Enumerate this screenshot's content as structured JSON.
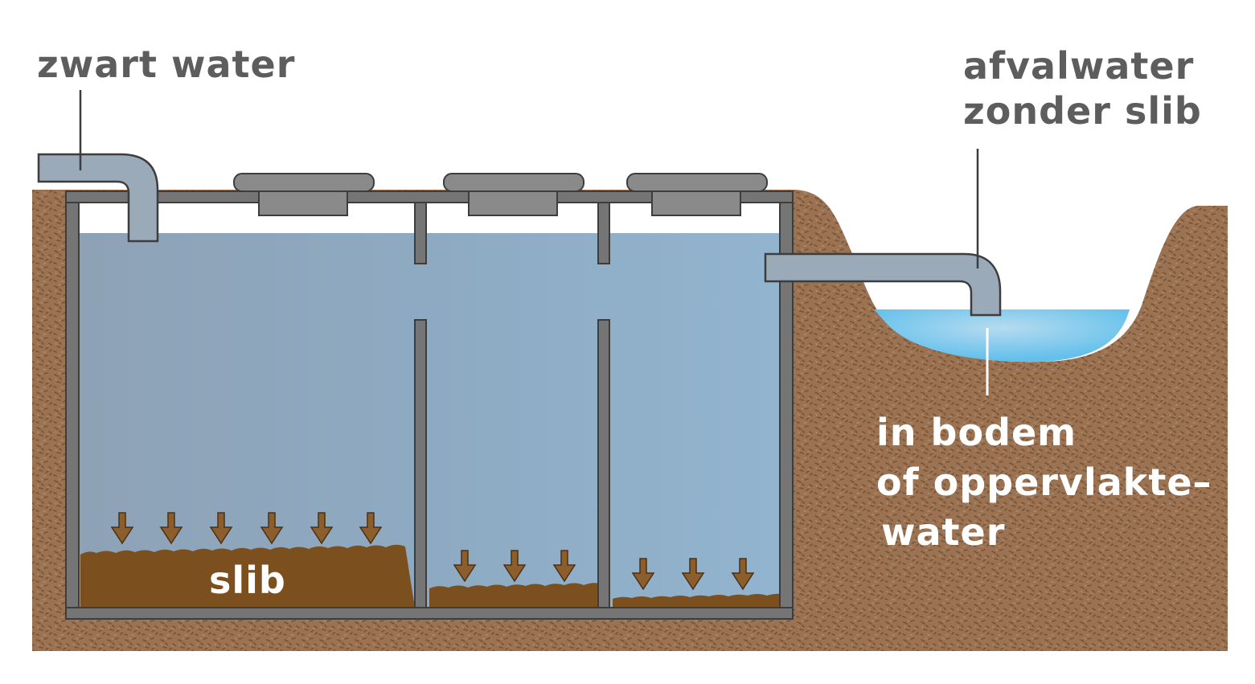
{
  "labels": {
    "inlet": "zwart water",
    "outlet_line1": "afvalwater",
    "outlet_line2": "zonder slib",
    "ground_line1": "in bodem",
    "ground_line2": "of oppervlakte–",
    "ground_line3": "water",
    "sludge": "slib"
  },
  "colors": {
    "soil": "#9b7352",
    "soil_speckle": "#7a563a",
    "tank_wall": "#757575",
    "lid": "#8a8a8a",
    "water": "#8ea7bd",
    "water_clear": "#92b4cf",
    "pond": "#6cc2ec",
    "sludge": "#7b4f1e",
    "arrow": "#8b5e2c",
    "pipe": "#9aaab8",
    "pipe_outline": "#3d3d3d",
    "label_dark": "#5d5d5d",
    "label_light": "#ffffff"
  }
}
